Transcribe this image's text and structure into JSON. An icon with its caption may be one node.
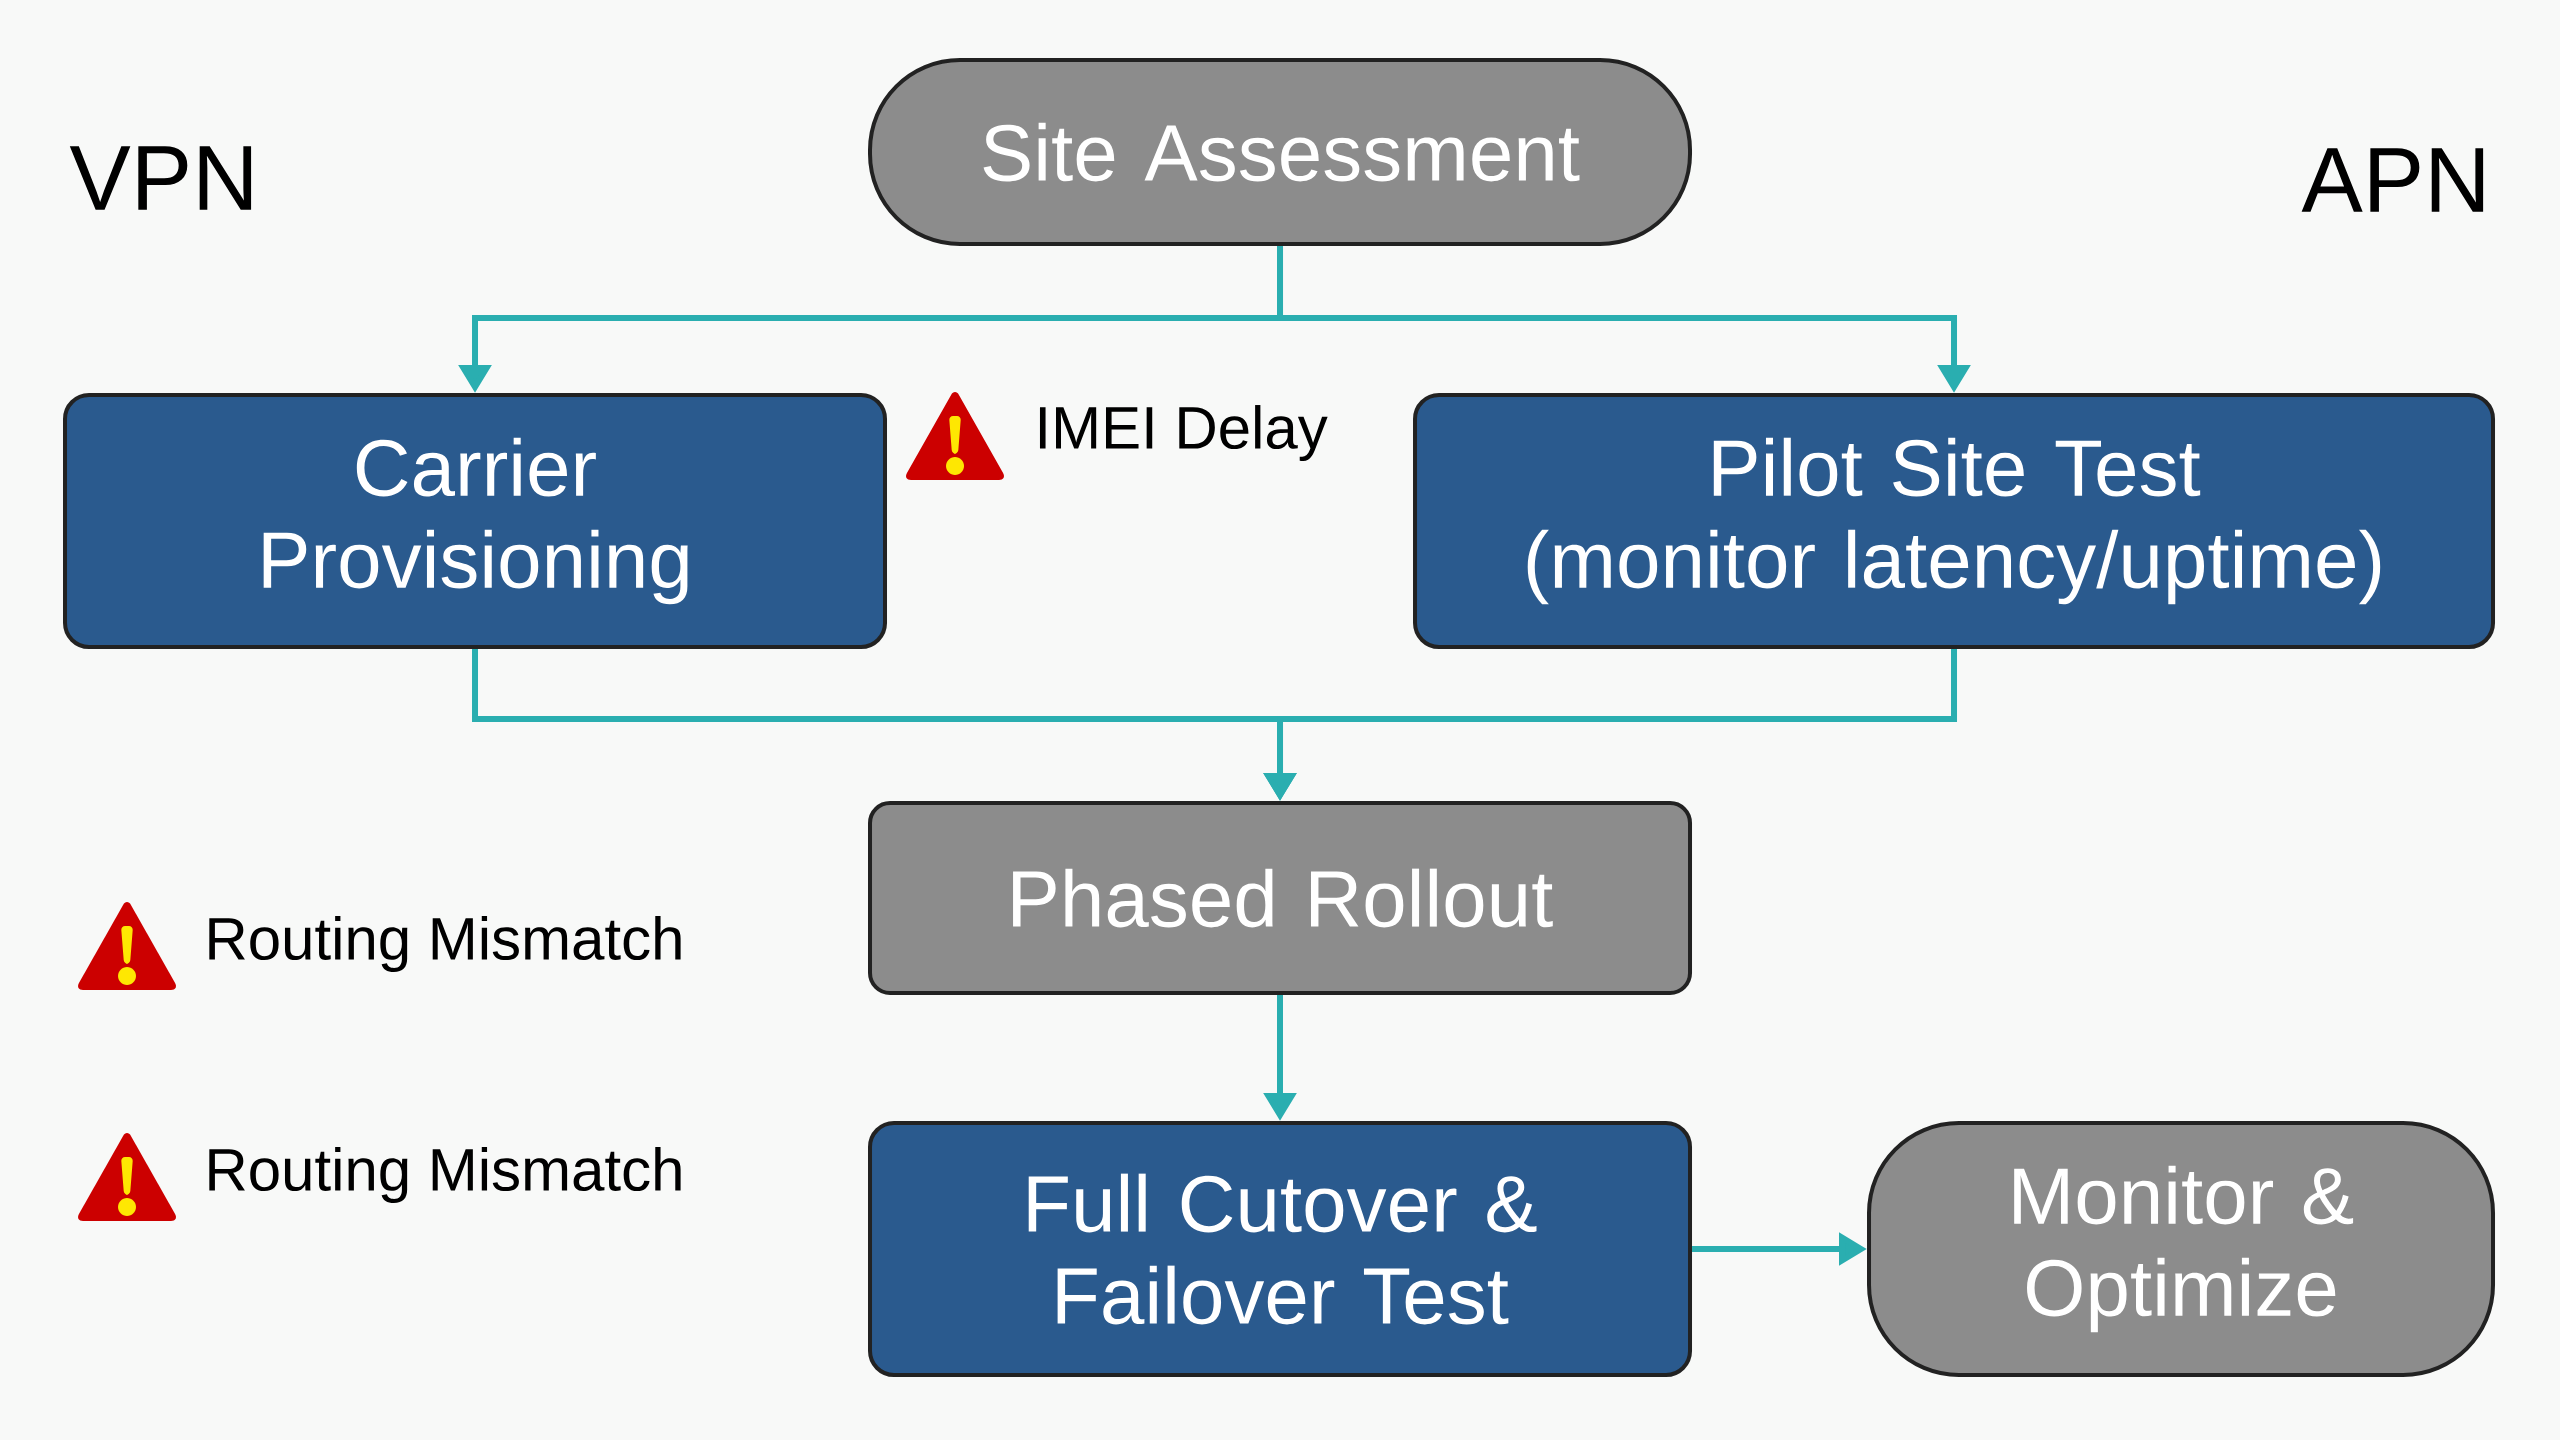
{
  "diagram": {
    "nodes": [
      {
        "text": [
          "Site Assessment"
        ]
      },
      {
        "text": [
          "Carrier Provisioning"
        ]
      },
      {
        "text": [
          "Pilot Site Test (monitor latency/uptime)"
        ]
      },
      {
        "text": [
          "Phased Rollout"
        ]
      },
      {
        "text": [
          "Full Cutover & Failover Test"
        ]
      },
      {
        "text": [
          "Monitor & Optimize"
        ]
      }
    ],
    "edges": [
      {
        "from": 0,
        "to": 1,
        "arrow": "to"
      },
      {
        "from": 0,
        "to": 2,
        "arrow": "to"
      },
      {
        "from": 1,
        "to": 3,
        "arrow": "to"
      },
      {
        "from": 2,
        "to": 3,
        "arrow": "to"
      },
      {
        "from": 3,
        "to": 4,
        "arrow": "to"
      },
      {
        "from": 4,
        "to": 5,
        "arrow": "to"
      }
    ],
    "labels": [
      "VPN",
      "APN",
      "IMEI Delay",
      "Routing Mismatch",
      "Routing Mismatch"
    ]
  }
}
